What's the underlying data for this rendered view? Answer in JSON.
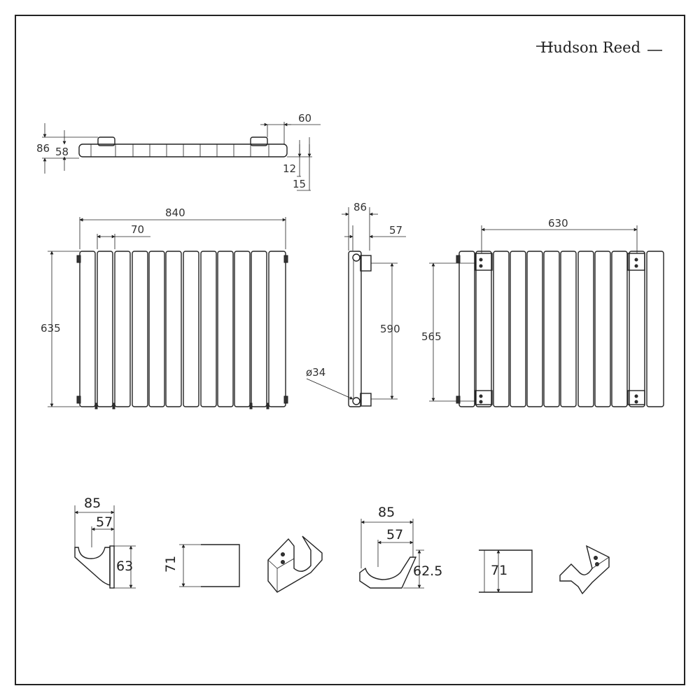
{
  "brand": {
    "name": "Hudson Reed"
  },
  "top_view": {
    "depth_total": "86",
    "depth_panel": "58",
    "pipe_offset": "60",
    "wall_gap": "12",
    "bracket_gap": "15"
  },
  "front_view": {
    "width": "840",
    "section_pitch": "70",
    "height": "635"
  },
  "side_view": {
    "depth": "86",
    "pipe_depth": "57",
    "pipe_centres": "590",
    "pipe_diameter": "ø34"
  },
  "rear_view": {
    "bracket_width": "630",
    "bracket_height": "565"
  },
  "bracket_a": {
    "depth": "85",
    "offset": "57",
    "height": "63",
    "width": "71"
  },
  "bracket_b": {
    "depth": "85",
    "offset": "57",
    "height": "62.5",
    "width": "71"
  }
}
